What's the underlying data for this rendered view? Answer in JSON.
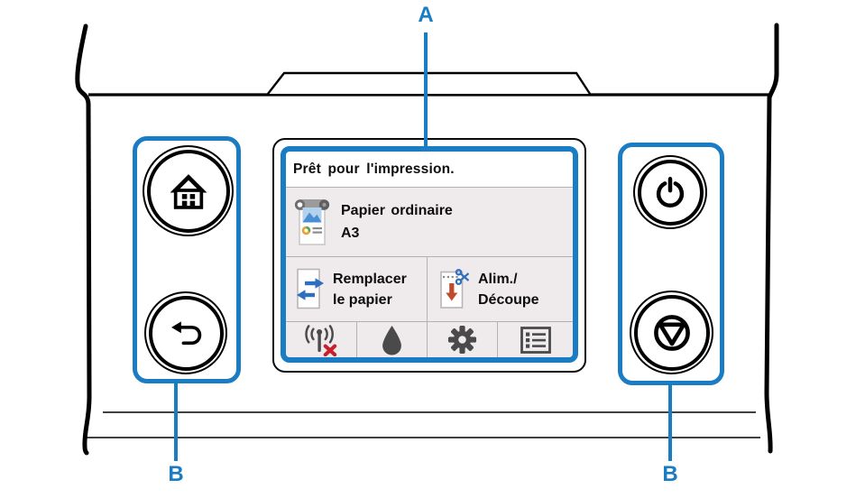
{
  "annotations": {
    "label_a": "A",
    "label_b_left": "B",
    "label_b_right": "B"
  },
  "screen": {
    "status_text": "Prêt pour l'impression.",
    "paper_info": {
      "icon": "roll-paper-icon",
      "type": "Papier ordinaire",
      "size": "A3"
    },
    "action_buttons": [
      {
        "icon": "replace-paper-icon",
        "line1": "Remplacer",
        "line2": "le papier"
      },
      {
        "icon": "feed-cut-icon",
        "line1": "Alim./",
        "line2": "Découpe"
      }
    ],
    "toolbar_icons": [
      "network-disabled-icon",
      "ink-icon",
      "settings-icon",
      "menu-icon"
    ]
  },
  "hardware_buttons": [
    "home",
    "back",
    "power",
    "stop"
  ],
  "colors": {
    "annotation_blue": "#1a7cc2",
    "screen_background": "#efebec",
    "icon_gray": "#4a4a4b",
    "alert_red": "#c8202a",
    "action_blue": "#2e6fc0",
    "arrow_red": "#bf4b2d"
  }
}
